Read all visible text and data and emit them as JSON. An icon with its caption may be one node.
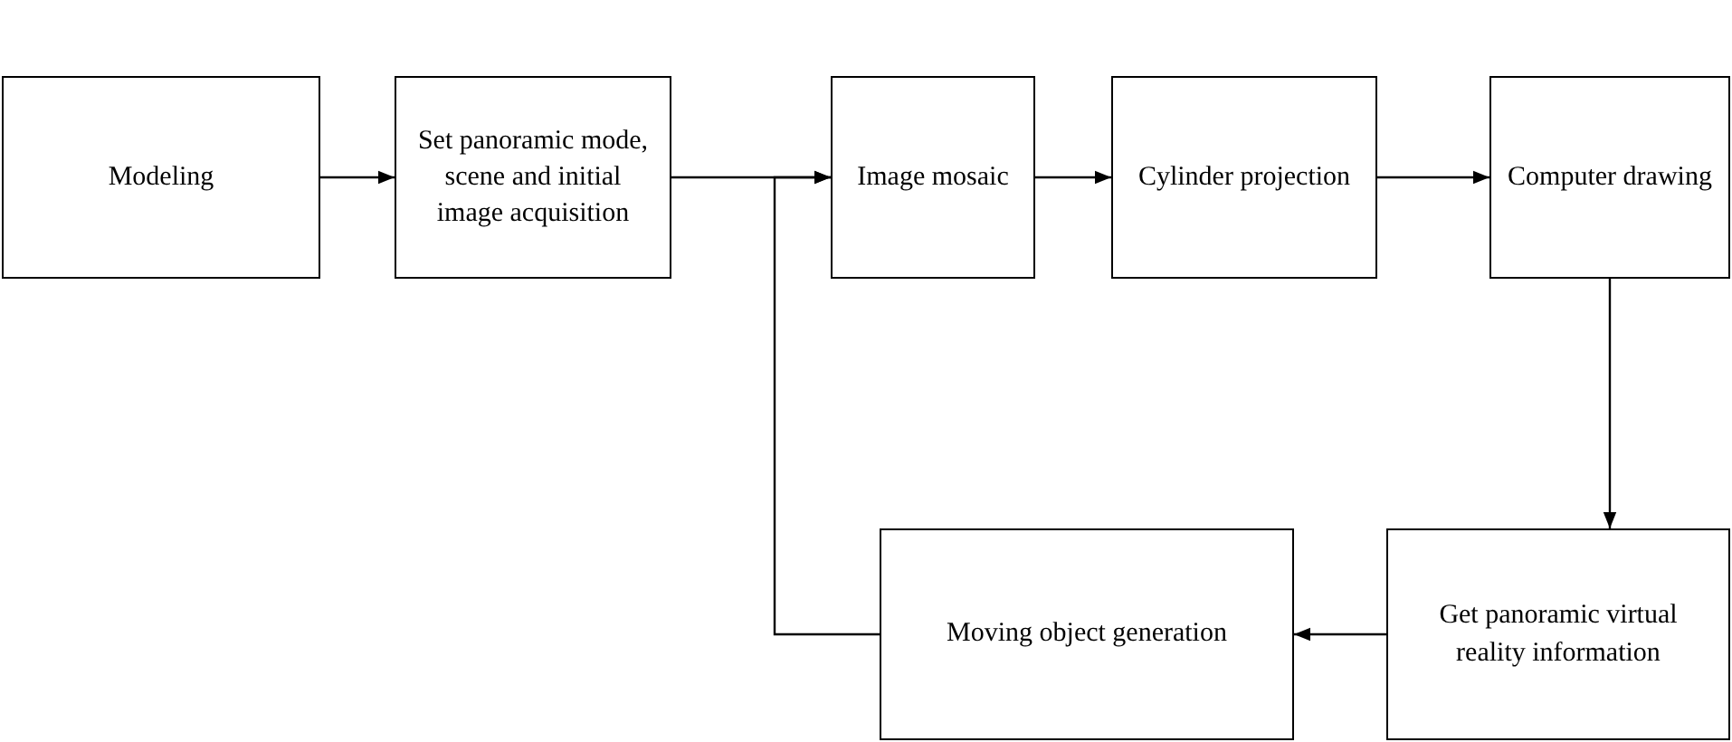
{
  "diagram": {
    "nodes": [
      {
        "text": [
          "Modeling"
        ]
      },
      {
        "text": [
          "Set panoramic mode, scene and initial image acquisition"
        ]
      },
      {
        "text": [
          "Image mosaic"
        ]
      },
      {
        "text": [
          "Cylinder projection"
        ]
      },
      {
        "text": [
          "Computer drawing"
        ]
      },
      {
        "text": [
          "Get panoramic virtual reality information"
        ]
      },
      {
        "text": [
          "Moving object generation"
        ]
      }
    ],
    "edges": [
      {
        "from": 0,
        "to": 1,
        "arrow": "to"
      },
      {
        "from": 1,
        "to": 2,
        "arrow": "to"
      },
      {
        "from": 2,
        "to": 3,
        "arrow": "to"
      },
      {
        "from": 3,
        "to": 4,
        "arrow": "to"
      },
      {
        "from": 4,
        "to": 5,
        "arrow": "to"
      },
      {
        "from": 5,
        "to": 6,
        "arrow": "to"
      },
      {
        "from": 6,
        "to": 2,
        "arrow": "to"
      }
    ]
  }
}
